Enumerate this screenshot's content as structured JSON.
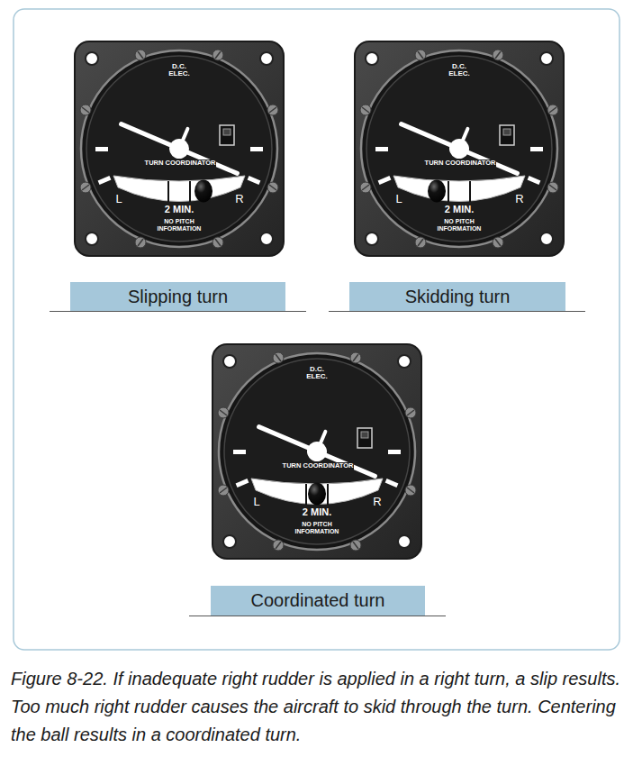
{
  "diagram": {
    "caption": "Figure 8-22. If inadequate right rudder is applied in a right turn, a slip results. Too much right rudder causes the aircraft to skid through the turn. Centering the ball results in a coordinated turn.",
    "nodes": [
      {
        "text": [
          "D.C. ELEC.",
          "TURN COORDINATOR",
          "L",
          "R",
          "2 MIN.",
          "NO PITCH INFORMATION"
        ]
      },
      {
        "text": [
          "Slipping turn"
        ]
      },
      {
        "text": [
          "D.C. ELEC.",
          "TURN COORDINATOR",
          "L",
          "R",
          "2 MIN.",
          "NO PITCH INFORMATION"
        ]
      },
      {
        "text": [
          "Skidding turn"
        ]
      },
      {
        "text": [
          "D.C. ELEC.",
          "TURN COORDINATOR",
          "L",
          "R",
          "2 MIN.",
          "NO PITCH INFORMATION"
        ]
      },
      {
        "text": [
          "Coordinated turn"
        ]
      }
    ]
  }
}
